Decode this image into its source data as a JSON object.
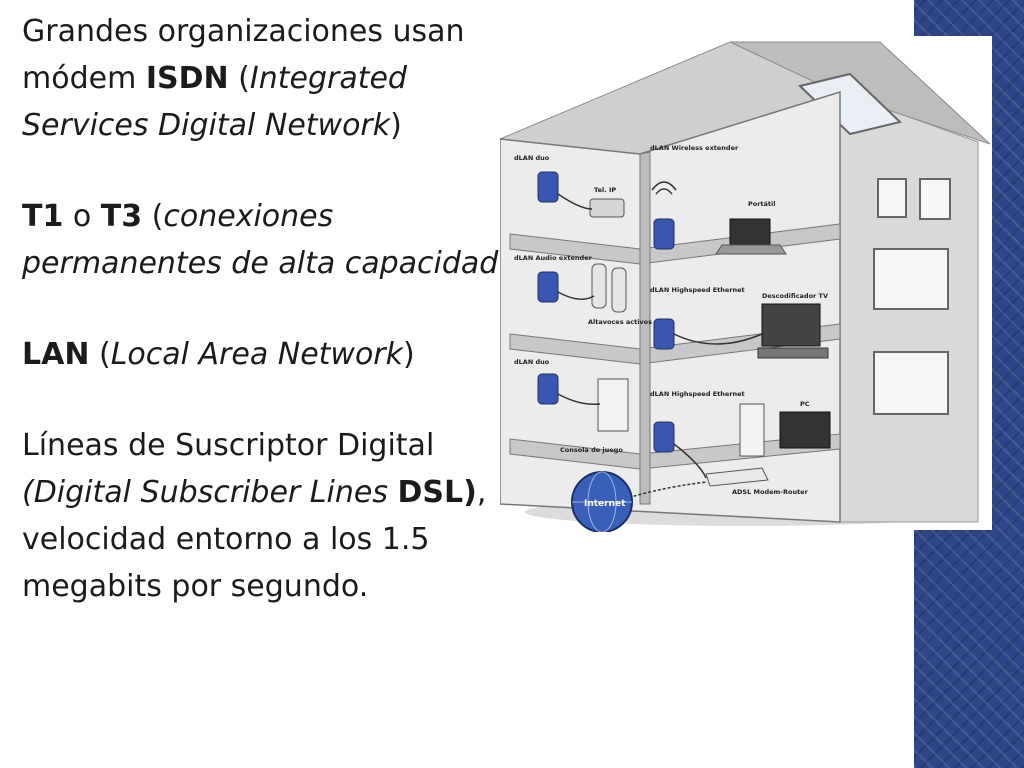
{
  "slide": {
    "bullets": [
      {
        "runs": [
          {
            "t": "Grandes organizaciones usan módem "
          },
          {
            "t": "ISDN",
            "b": true
          },
          {
            "t": " ("
          },
          {
            "t": "Integrated Services Digital Network",
            "i": true
          },
          {
            "t": ")"
          }
        ]
      },
      {
        "runs": [
          {
            "t": "T1",
            "b": true
          },
          {
            "t": " o "
          },
          {
            "t": "T3",
            "b": true
          },
          {
            "t": " ("
          },
          {
            "t": "conexiones permanentes de alta capacidad",
            "i": true
          },
          {
            "t": ")"
          }
        ]
      },
      {
        "runs": [
          {
            "t": "LAN",
            "b": true
          },
          {
            "t": " ("
          },
          {
            "t": "Local Area Network",
            "i": true
          },
          {
            "t": ")"
          }
        ]
      },
      {
        "runs": [
          {
            "t": "Líneas de Suscriptor Digital "
          },
          {
            "t": "(Digital Subscriber Lines ",
            "i": true
          },
          {
            "t": "DSL)",
            "b": true
          },
          {
            "t": ", velocidad entorno a los 1.5 megabits por segundo."
          }
        ]
      }
    ]
  },
  "figure": {
    "labels": {
      "dlan_duo_top": "dLAN duo",
      "tel_ip": "Tel. IP",
      "wireless_extender": "dLAN Wireless extender",
      "portatil": "Portátil",
      "audio_extender": "dLAN Audio extender",
      "altavoces": "Altavoces activos",
      "highspeed_mid": "dLAN Highspeed Ethernet",
      "decodificador": "Descodificador TV",
      "dlan_duo_bottom": "dLAN duo",
      "consola": "Consola de juego",
      "highspeed_bottom": "dLAN Highspeed Ethernet",
      "pc": "PC",
      "adsl": "ADSL Modem-Router",
      "internet": "Internet"
    }
  },
  "colors": {
    "text": "#1b1b1b",
    "accent_bar": "#2f4585",
    "wall": "#e4e4e4",
    "adapter": "#3a57b0",
    "internet_globe": "#3a5fb8"
  }
}
